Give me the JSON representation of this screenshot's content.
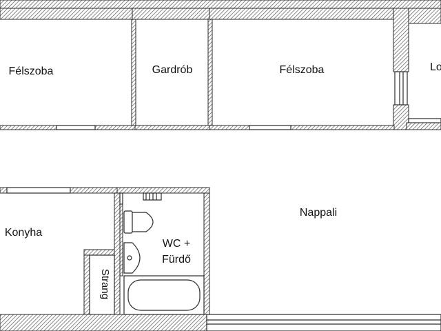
{
  "rooms": {
    "felszoba_left": "Félszoba",
    "gardrob": "Gardrób",
    "felszoba_right": "Félszoba",
    "loggia_partial": "Lo",
    "nappali": "Nappali",
    "konyha": "Konyha",
    "wc_line1": "WC +",
    "wc_line2": "Fürdő",
    "strang": "Strang"
  }
}
